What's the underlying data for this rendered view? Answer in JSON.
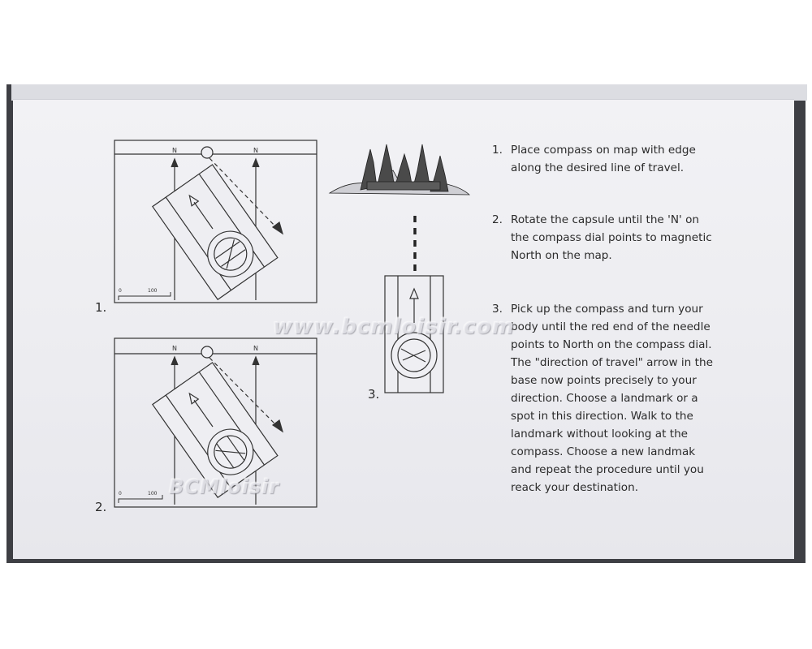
{
  "figures": {
    "fig1": {
      "label": "1.",
      "map_labels": {
        "north_left": "N",
        "north_right": "N",
        "scale_start": "0",
        "scale_end": "100"
      }
    },
    "fig2": {
      "label": "2.",
      "map_labels": {
        "north_left": "N",
        "north_right": "N",
        "scale_start": "0",
        "scale_end": "100"
      }
    },
    "fig3": {
      "label": "3."
    }
  },
  "instructions": [
    {
      "number": "1.",
      "text": "Place compass on map with edge\nalong the desired line of travel."
    },
    {
      "number": "2.",
      "text": "Rotate the capsule until the 'N' on\nthe compass dial points to magnetic\nNorth on the map."
    },
    {
      "number": "3.",
      "text": "Pick up the compass and turn your\nbody until the red end of the needle\npoints to North on the compass dial.\nThe \"direction of travel\" arrow in the\nbase now points precisely to your\ndirection. Choose a landmark or a\nspot in this direction. Walk to the\nlandmark without looking at the\ncompass. Choose a new landmak\nand repeat the procedure until you\nreack your destination."
    }
  ],
  "watermarks": {
    "center": "www.bcmloisir.com",
    "lower": "BCMloisir"
  },
  "colors": {
    "ink": "#2b2b2b",
    "box_edge": "#3e3f44",
    "card": "#eeeef2"
  }
}
